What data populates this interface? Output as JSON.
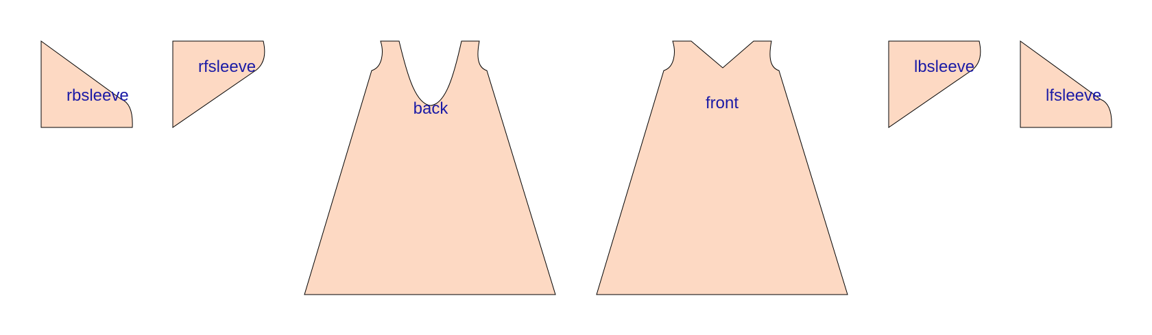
{
  "colors": {
    "piece_fill": "#fdd9c3",
    "piece_stroke": "#000000",
    "label_color": "#1a1aa6",
    "background": "#ffffff"
  },
  "pieces": {
    "rbsleeve": {
      "label": "rbsleeve"
    },
    "rfsleeve": {
      "label": "rfsleeve"
    },
    "back": {
      "label": "back"
    },
    "front": {
      "label": "front"
    },
    "lbsleeve": {
      "label": "lbsleeve"
    },
    "lfsleeve": {
      "label": "lfsleeve"
    }
  }
}
